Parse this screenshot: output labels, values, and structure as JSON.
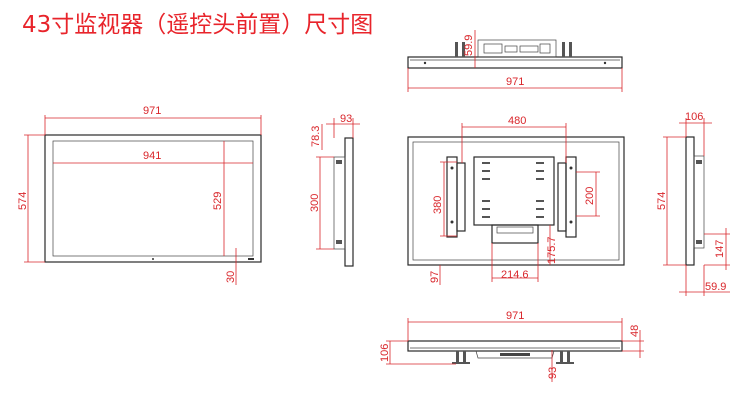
{
  "title": "43寸监视器（遥控头前置）尺寸图",
  "colors": {
    "dimension": "#d9262b",
    "outline": "#2a2a2a",
    "title": "#e8242b"
  },
  "views": {
    "top": {
      "width": "971",
      "depth": "59.9"
    },
    "front": {
      "outer_width": "971",
      "screen_width": "941",
      "outer_height": "574",
      "screen_height": "529",
      "bottom_margin": "30"
    },
    "left_side": {
      "depth_total": "93",
      "depth_upper": "78.3",
      "bracket_span": "300"
    },
    "back": {
      "vesa_width": "480",
      "vesa_height": "380",
      "bracket_height": "200",
      "stand_height": "175.7",
      "stand_width": "214.6",
      "bottom_offset": "97"
    },
    "right_side": {
      "depth": "106",
      "height": "574",
      "bottom_span": "147",
      "base_depth": "59.9"
    },
    "bottom": {
      "width": "971",
      "thickness": "48",
      "depth": "106",
      "offset": "93"
    }
  }
}
